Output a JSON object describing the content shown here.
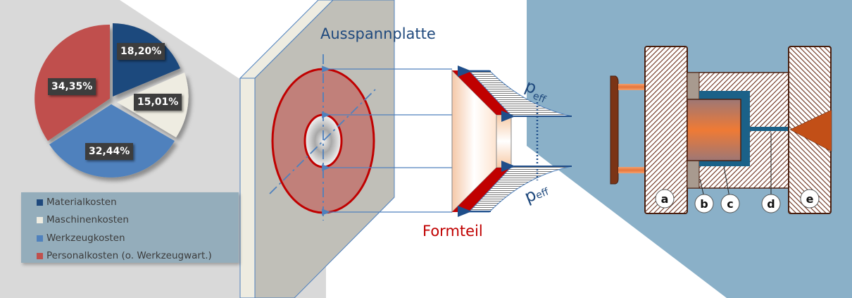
{
  "chart_data": {
    "type": "pie",
    "title": "",
    "categories": [
      "Materialkosten",
      "Maschinenkosten",
      "Werkzeugkosten",
      "Personalkosten (o. Werkzeugwart.)"
    ],
    "values": [
      18.2,
      15.01,
      32.44,
      34.35
    ],
    "value_labels": [
      "18,20%",
      "15,01%",
      "32,44%",
      "34,35%"
    ],
    "colors": [
      "#1f497d",
      "#eeece1",
      "#4f81bd",
      "#c0504d"
    ],
    "legend_position": "bottom",
    "exploded_slice": "Maschinenkosten"
  },
  "legend": {
    "items": [
      {
        "label": "Materialkosten",
        "color": "#1f497d"
      },
      {
        "label": "Maschinenkosten",
        "color": "#eeece1"
      },
      {
        "label": "Werkzeugkosten",
        "color": "#4f81bd"
      },
      {
        "label": "Personalkosten (o. Werkzeugwart.)",
        "color": "#c0504d"
      }
    ]
  },
  "pie_labels": {
    "material": "18,20%",
    "maschinen": "15,01%",
    "werkzeug": "32,44%",
    "personal": "34,35%"
  },
  "middle_diagram": {
    "plate_label": "Ausspannplatte",
    "part_label": "Formteil",
    "pressure_label_top": "p",
    "pressure_sub_top": "eff",
    "pressure_label_bottom": "p",
    "pressure_sub_bottom": "eff"
  },
  "machine_diagram": {
    "labels": [
      "a",
      "b",
      "c",
      "d",
      "e"
    ]
  },
  "colors": {
    "left_panel_bg": "#d9d9d9",
    "right_panel_bg": "#8ab0c8",
    "plate_face": "#c0bfb8",
    "plate_edge": "#eeece1",
    "outline_blue": "#4f81bd",
    "part_red": "#c00000",
    "text_blue": "#1f497d",
    "hatch_brown": "#6b2e1a",
    "cavity_blue": "#1b6188",
    "melt_orange": "#e87a3c"
  }
}
